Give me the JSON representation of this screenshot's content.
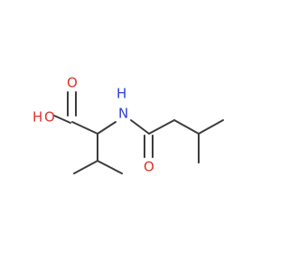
{
  "atoms": {
    "o_carbonyl_acid": "O",
    "o_hydroxyl": "O",
    "h_hydroxyl": "H",
    "n_amide": "N",
    "h_amide": "H",
    "o_carbonyl_amide": "O"
  },
  "colors": {
    "bond": "#3c3c3c",
    "oxygen": "#e0312a",
    "nitrogen": "#2f3fd6",
    "background": "#ffffff"
  }
}
